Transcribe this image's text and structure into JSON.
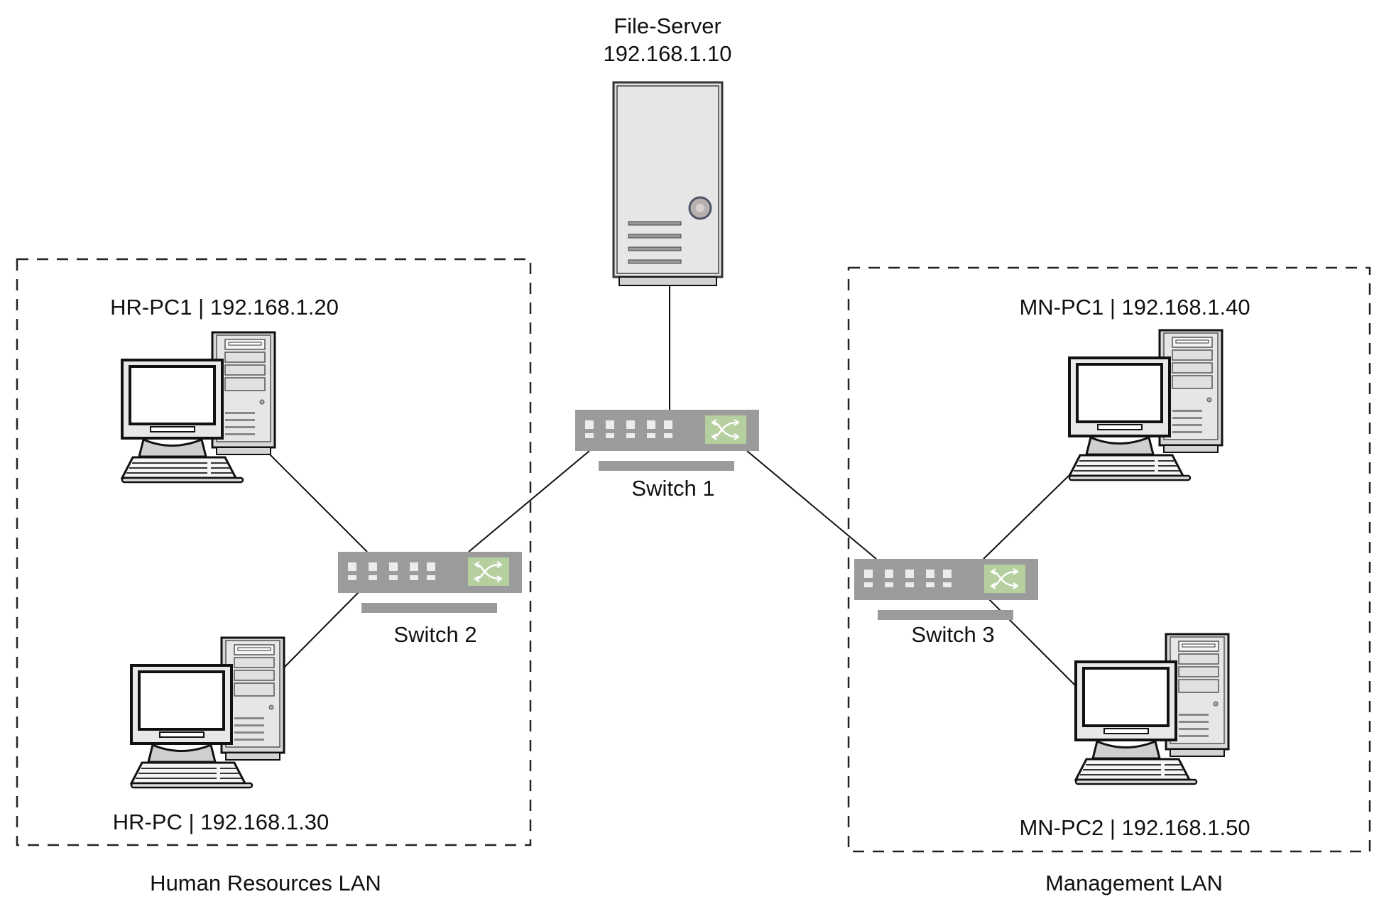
{
  "server": {
    "name": "File-Server",
    "ip": "192.168.1.10"
  },
  "switches": [
    {
      "label": "Switch 1"
    },
    {
      "label": "Switch 2"
    },
    {
      "label": "Switch 3"
    }
  ],
  "lans": [
    {
      "label": "Human Resources LAN"
    },
    {
      "label": "Management LAN"
    }
  ],
  "hosts": [
    {
      "label": "HR-PC1 | 192.168.1.20"
    },
    {
      "label": "HR-PC | 192.168.1.30"
    },
    {
      "label": "MN-PC1 | 192.168.1.40"
    },
    {
      "label": "MN-PC2 | 192.168.1.50"
    }
  ],
  "colors": {
    "switch_body": "#9b9b9b",
    "switch_accent": "#b5cf9f",
    "port": "#ececec",
    "line": "#111111"
  }
}
